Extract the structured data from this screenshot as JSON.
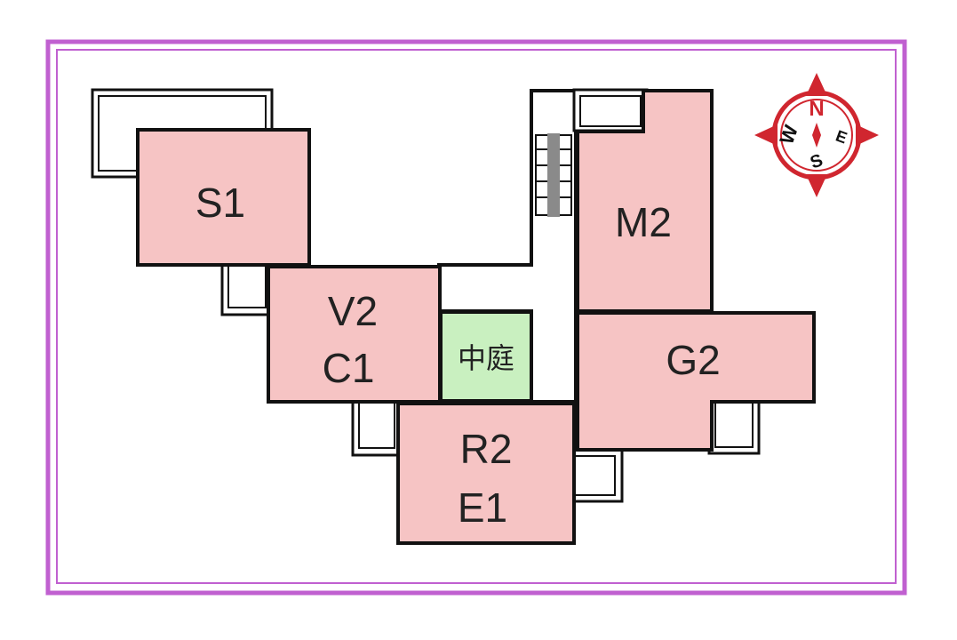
{
  "colors": {
    "frame": "#c060d0",
    "room_fill": "#f6c4c4",
    "courtyard_fill": "#c9f0c0",
    "outline": "#111111",
    "compass_red": "#d0262f",
    "stairs": "#8a8a8a"
  },
  "rooms": {
    "s1": "S1",
    "v2_c1_top": "V2",
    "v2_c1_bottom": "C1",
    "courtyard": "中庭",
    "r2_e1_top": "R2",
    "r2_e1_bottom": "E1",
    "m2": "M2",
    "g2": "G2"
  },
  "compass": {
    "north": "N",
    "east": "E",
    "south": "S",
    "west": "W"
  }
}
